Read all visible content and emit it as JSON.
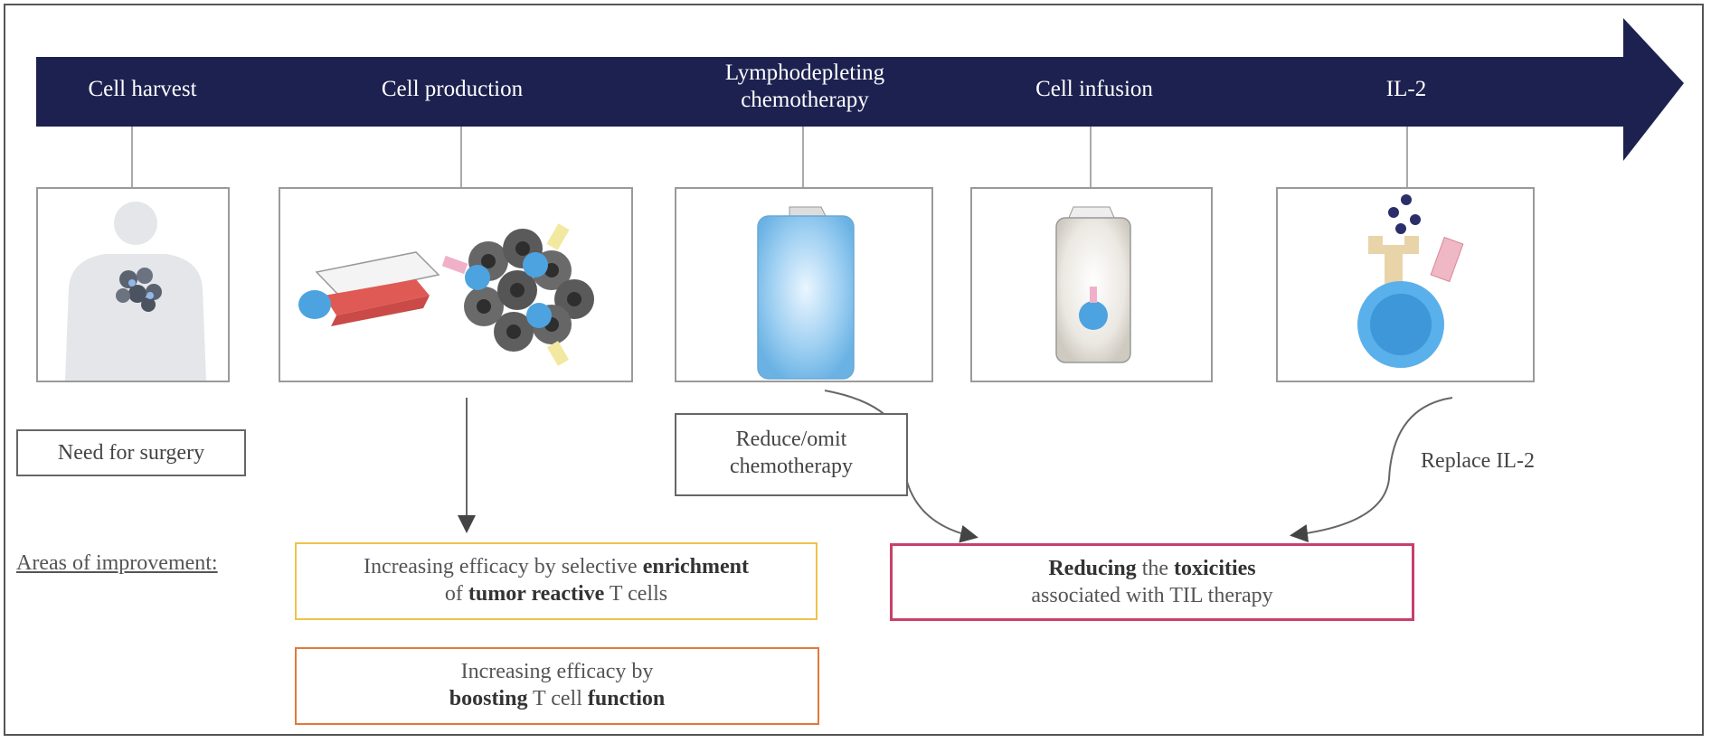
{
  "timeline": {
    "steps": [
      {
        "label": "Cell harvest"
      },
      {
        "label": "Cell production"
      },
      {
        "label": "Lymphodepleting chemotherapy"
      },
      {
        "label": "Cell infusion"
      },
      {
        "label": "IL-2"
      }
    ]
  },
  "notes": {
    "surgery": "Need for surgery",
    "chemo": "Reduce/omit chemotherapy",
    "il2": "Replace IL-2"
  },
  "improvement": {
    "heading": "Areas of improvement:",
    "enrichment": {
      "t1": "Increasing efficacy by selective ",
      "b1": "enrichment",
      "t2": " of ",
      "b2": "tumor reactive",
      "t3": " T cells"
    },
    "boosting": {
      "t1": "Increasing efficacy by",
      "b1": "boosting",
      "t2": " T cell ",
      "b2": "function"
    },
    "toxicity": {
      "b1": "Reducing",
      "t1": " the ",
      "b2": "toxicities",
      "t2": "associated with TIL therapy"
    }
  },
  "colors": {
    "arrow": "#1d2150",
    "enrichment_border": "#f0c24a",
    "boosting_border": "#e07a3c",
    "toxicity_border": "#c8406a"
  }
}
